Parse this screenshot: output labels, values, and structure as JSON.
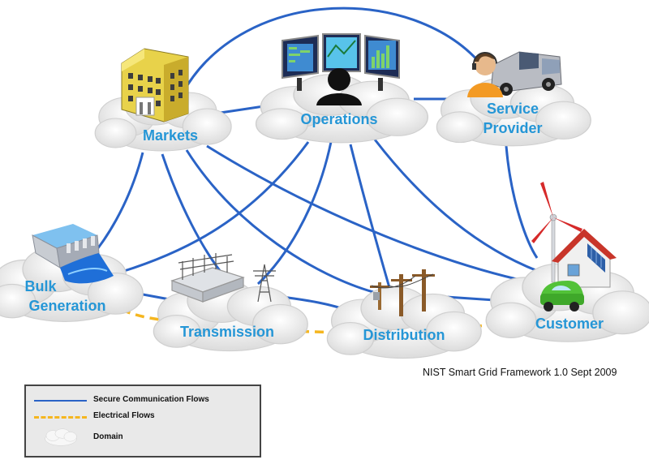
{
  "domains": {
    "markets": "Markets",
    "operations": "Operations",
    "service_provider": [
      "Service",
      "Provider"
    ],
    "bulk_generation": [
      "Bulk",
      "Generation"
    ],
    "transmission": "Transmission",
    "distribution": "Distribution",
    "customer": "Customer"
  },
  "credit": "NIST Smart Grid Framework 1.0 Sept 2009",
  "legend": {
    "communication": "Secure Communication Flows",
    "electrical": "Electrical Flows",
    "domain": "Domain"
  },
  "colors": {
    "communication_line": "#2a63c6",
    "electrical_line": "#f5b61f",
    "label": "#2596d6",
    "cloud": "#eeeeee"
  },
  "icons": {
    "markets": "office-building-icon",
    "operations": "control-room-monitors-icon",
    "service_provider": "technician-with-truck-icon",
    "bulk_generation": "dam-icon",
    "transmission": "substation-tower-icon",
    "distribution": "utility-poles-icon",
    "customer": "house-windturbine-car-icon"
  }
}
